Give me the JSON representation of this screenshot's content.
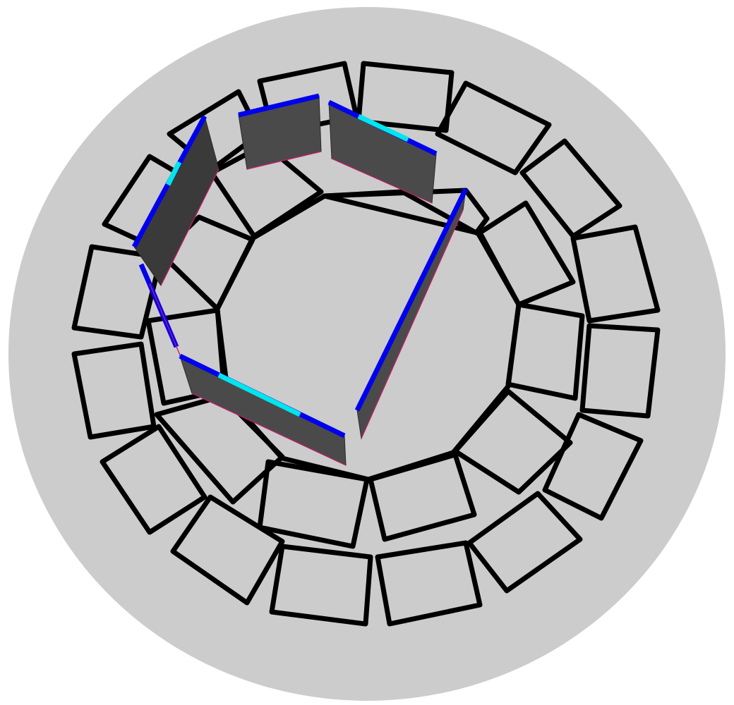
{
  "scene": {
    "type": "3d-view",
    "floor_shape": "disc",
    "tile_rings": [
      "outer",
      "middle",
      "inner"
    ],
    "walls_placed": 6
  },
  "colors": {
    "background": "#ffffff",
    "floor": "#cccccc",
    "tile_outline": "#000000",
    "wall_face": "#4a4a4a",
    "wall_dark": "#3a3a3a",
    "wall_top": "#0000ee",
    "wall_top_highlight": "#00e5ee",
    "wall_bottom_edge": "#d21a6e"
  }
}
